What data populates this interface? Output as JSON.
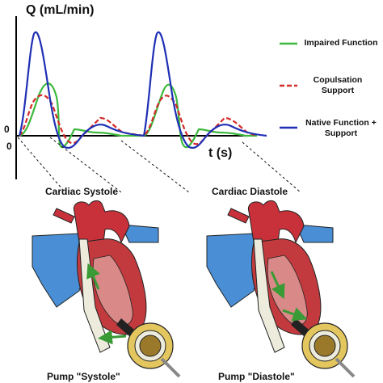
{
  "axes": {
    "y_label": "Q (mL/min)",
    "x_label": "t (s)",
    "origin_y": "0",
    "origin_x": "0"
  },
  "legend": {
    "items": [
      {
        "label": "Impaired Function",
        "color": "#3db83d",
        "style": "solid"
      },
      {
        "label": "Copulsation Support",
        "color": "#d42a2a",
        "style": "dashed"
      },
      {
        "label": "Native Function + Support",
        "color": "#1f2fb5",
        "style": "solid"
      }
    ]
  },
  "phases": {
    "systole": "Cardiac Systole",
    "diastole": "Cardiac Diastole"
  },
  "pumps": {
    "systole_caption": "Pump \"Systole\"",
    "diastole_caption": "Pump \"Diastole\""
  },
  "colors": {
    "aorta_red": "#c8313a",
    "venous_blue": "#4a8fd6",
    "myocardium": "#c23a3e",
    "cannula": "#ecebdc",
    "pump_gold": "#e3c65e",
    "flow_arrow": "#3a9a35"
  }
}
